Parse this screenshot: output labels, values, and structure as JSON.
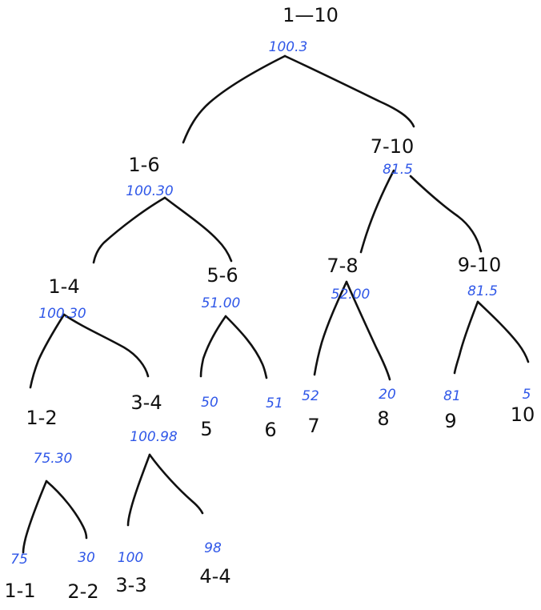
{
  "diagram": {
    "type": "segment-tree",
    "colors": {
      "range_text": "#111111",
      "value_text": "#2F57E8",
      "edges": "#111111",
      "background": "#ffffff"
    },
    "nodes": [
      {
        "id": "n1_10",
        "range": "1—10",
        "value": "100.3"
      },
      {
        "id": "n1_6",
        "range": "1-6",
        "value": "100.30"
      },
      {
        "id": "n7_10",
        "range": "7-10",
        "value": "81.5"
      },
      {
        "id": "n1_4",
        "range": "1-4",
        "value": "100.30"
      },
      {
        "id": "n5_6",
        "range": "5-6",
        "value": "51.00"
      },
      {
        "id": "n7_8",
        "range": "7-8",
        "value": "52.00"
      },
      {
        "id": "n9_10",
        "range": "9-10",
        "value": "81.5"
      },
      {
        "id": "n1_2",
        "range": "1-2",
        "value": "75.30"
      },
      {
        "id": "n3_4",
        "range": "3-4",
        "value": "100.98"
      },
      {
        "id": "n5",
        "range": "5",
        "value": "50"
      },
      {
        "id": "n6",
        "range": "6",
        "value": "51"
      },
      {
        "id": "n7",
        "range": "7",
        "value": "52"
      },
      {
        "id": "n8",
        "range": "8",
        "value": "20"
      },
      {
        "id": "n9",
        "range": "9",
        "value": "81"
      },
      {
        "id": "n10",
        "range": "10",
        "value": "5"
      },
      {
        "id": "n1_1",
        "range": "1-1",
        "value": "75"
      },
      {
        "id": "n2_2",
        "range": "2-2",
        "value": "30"
      },
      {
        "id": "n3_3",
        "range": "3-3",
        "value": "100"
      },
      {
        "id": "n4_4",
        "range": "4-4",
        "value": "98"
      }
    ]
  }
}
